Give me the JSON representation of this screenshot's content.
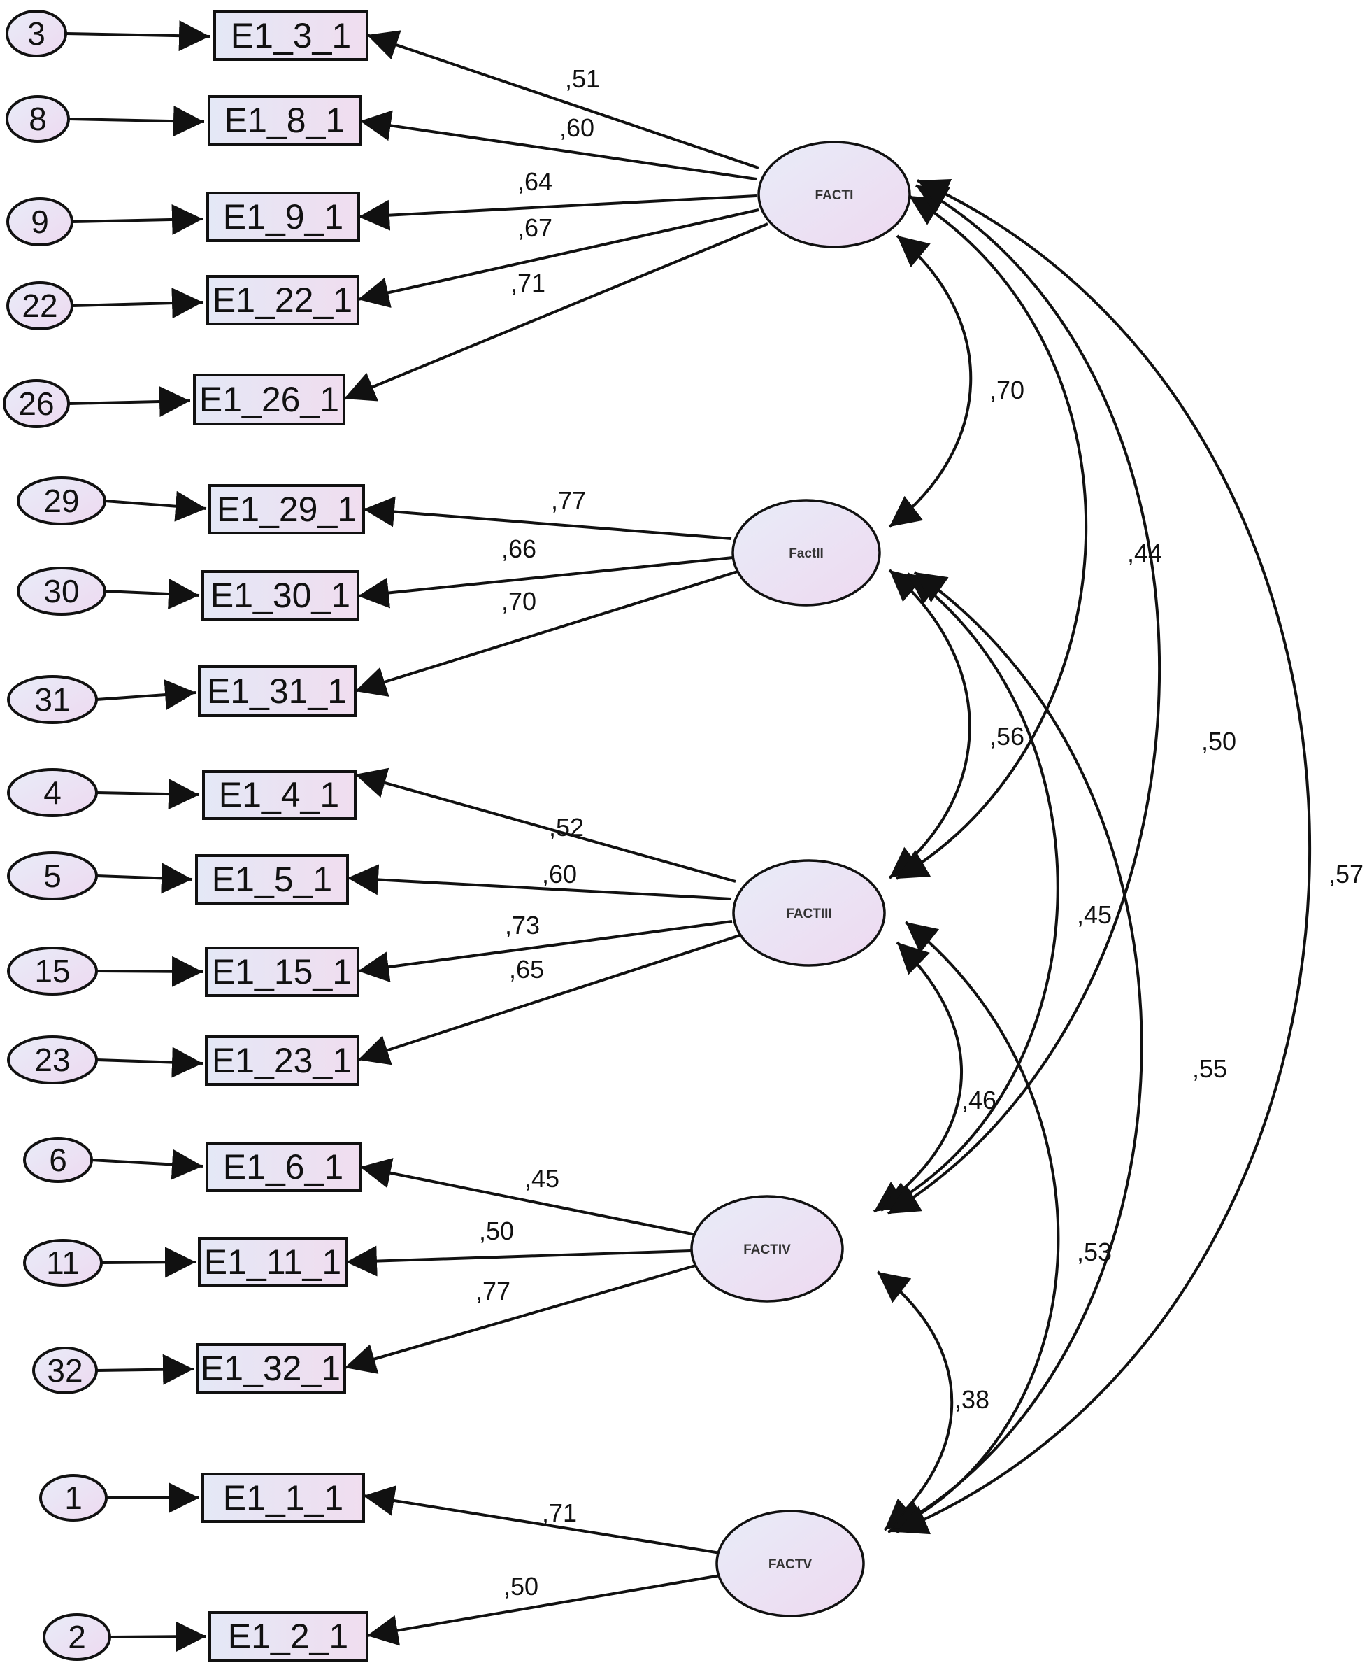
{
  "errors": [
    {
      "label": "3"
    },
    {
      "label": "8"
    },
    {
      "label": "9"
    },
    {
      "label": "22"
    },
    {
      "label": "26"
    },
    {
      "label": "29"
    },
    {
      "label": "30"
    },
    {
      "label": "31"
    },
    {
      "label": "4"
    },
    {
      "label": "5"
    },
    {
      "label": "15"
    },
    {
      "label": "23"
    },
    {
      "label": "6"
    },
    {
      "label": "11"
    },
    {
      "label": "32"
    },
    {
      "label": "1"
    },
    {
      "label": "2"
    }
  ],
  "indicators": [
    {
      "label": "E1_3_1"
    },
    {
      "label": "E1_8_1"
    },
    {
      "label": "E1_9_1"
    },
    {
      "label": "E1_22_1"
    },
    {
      "label": "E1_26_1"
    },
    {
      "label": "E1_29_1"
    },
    {
      "label": "E1_30_1"
    },
    {
      "label": "E1_31_1"
    },
    {
      "label": "E1_4_1"
    },
    {
      "label": "E1_5_1"
    },
    {
      "label": "E1_15_1"
    },
    {
      "label": "E1_23_1"
    },
    {
      "label": "E1_6_1"
    },
    {
      "label": "E1_11_1"
    },
    {
      "label": "E1_32_1"
    },
    {
      "label": "E1_1_1"
    },
    {
      "label": "E1_2_1"
    }
  ],
  "factors": [
    {
      "label": "FACTI"
    },
    {
      "label": "FactII"
    },
    {
      "label": "FACTIII"
    },
    {
      "label": "FACTIV"
    },
    {
      "label": "FACTV"
    }
  ],
  "loadings": [
    {
      "factor": "FACTI",
      "indicator": "E1_3_1",
      "value": ",51"
    },
    {
      "factor": "FACTI",
      "indicator": "E1_8_1",
      "value": ",60"
    },
    {
      "factor": "FACTI",
      "indicator": "E1_9_1",
      "value": ",64"
    },
    {
      "factor": "FACTI",
      "indicator": "E1_22_1",
      "value": ",67"
    },
    {
      "factor": "FACTI",
      "indicator": "E1_26_1",
      "value": ",71"
    },
    {
      "factor": "FactII",
      "indicator": "E1_29_1",
      "value": ",77"
    },
    {
      "factor": "FactII",
      "indicator": "E1_30_1",
      "value": ",66"
    },
    {
      "factor": "FactII",
      "indicator": "E1_31_1",
      "value": ",70"
    },
    {
      "factor": "FACTIII",
      "indicator": "E1_4_1",
      "value": ",52"
    },
    {
      "factor": "FACTIII",
      "indicator": "E1_5_1",
      "value": ",60"
    },
    {
      "factor": "FACTIII",
      "indicator": "E1_15_1",
      "value": ",73"
    },
    {
      "factor": "FACTIII",
      "indicator": "E1_23_1",
      "value": ",65"
    },
    {
      "factor": "FACTIV",
      "indicator": "E1_6_1",
      "value": ",45"
    },
    {
      "factor": "FACTIV",
      "indicator": "E1_11_1",
      "value": ",50"
    },
    {
      "factor": "FACTIV",
      "indicator": "E1_32_1",
      "value": ",77"
    },
    {
      "factor": "FACTV",
      "indicator": "E1_1_1",
      "value": ",71"
    },
    {
      "factor": "FACTV",
      "indicator": "E1_2_1",
      "value": ",50"
    }
  ],
  "covariances": [
    {
      "from": "FACTI",
      "to": "FactII",
      "value": ",70"
    },
    {
      "from": "FACTI",
      "to": "FACTIII",
      "value": ",44"
    },
    {
      "from": "FACTI",
      "to": "FACTIV",
      "value": ",50"
    },
    {
      "from": "FACTI",
      "to": "FACTV",
      "value": ",57"
    },
    {
      "from": "FactII",
      "to": "FACTIII",
      "value": ",56"
    },
    {
      "from": "FactII",
      "to": "FACTIV",
      "value": ",45"
    },
    {
      "from": "FactII",
      "to": "FACTV",
      "value": ",55"
    },
    {
      "from": "FACTIII",
      "to": "FACTIV",
      "value": ",46"
    },
    {
      "from": "FACTIII",
      "to": "FACTV",
      "value": ",53"
    },
    {
      "from": "FACTIV",
      "to": "FACTV",
      "value": ",38"
    }
  ],
  "colors": {
    "fill_light": "#e9e7f5",
    "fill_pink": "#ecd9ef",
    "stroke": "#111111"
  }
}
